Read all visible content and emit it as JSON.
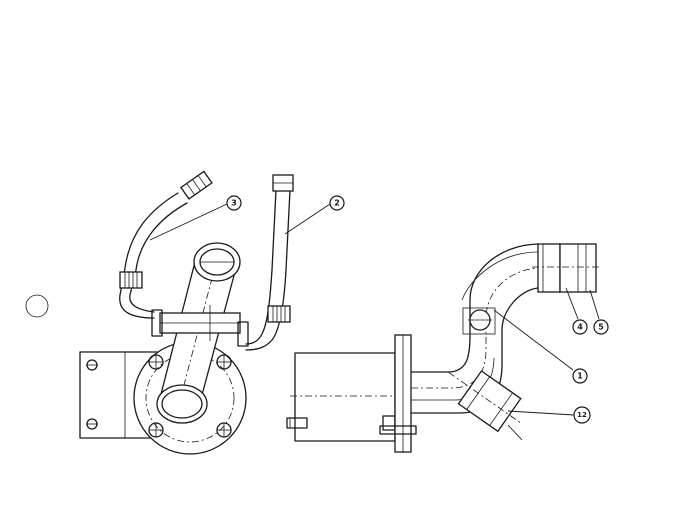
{
  "colors": {
    "line": "#1a1a1a",
    "background": "#ffffff"
  },
  "callouts": [
    {
      "id": "c3",
      "label": "3"
    },
    {
      "id": "c2",
      "label": "2"
    },
    {
      "id": "c4",
      "label": "4"
    },
    {
      "id": "c5",
      "label": "5"
    },
    {
      "id": "c1",
      "label": "1"
    },
    {
      "id": "c12",
      "label": "12"
    }
  ]
}
